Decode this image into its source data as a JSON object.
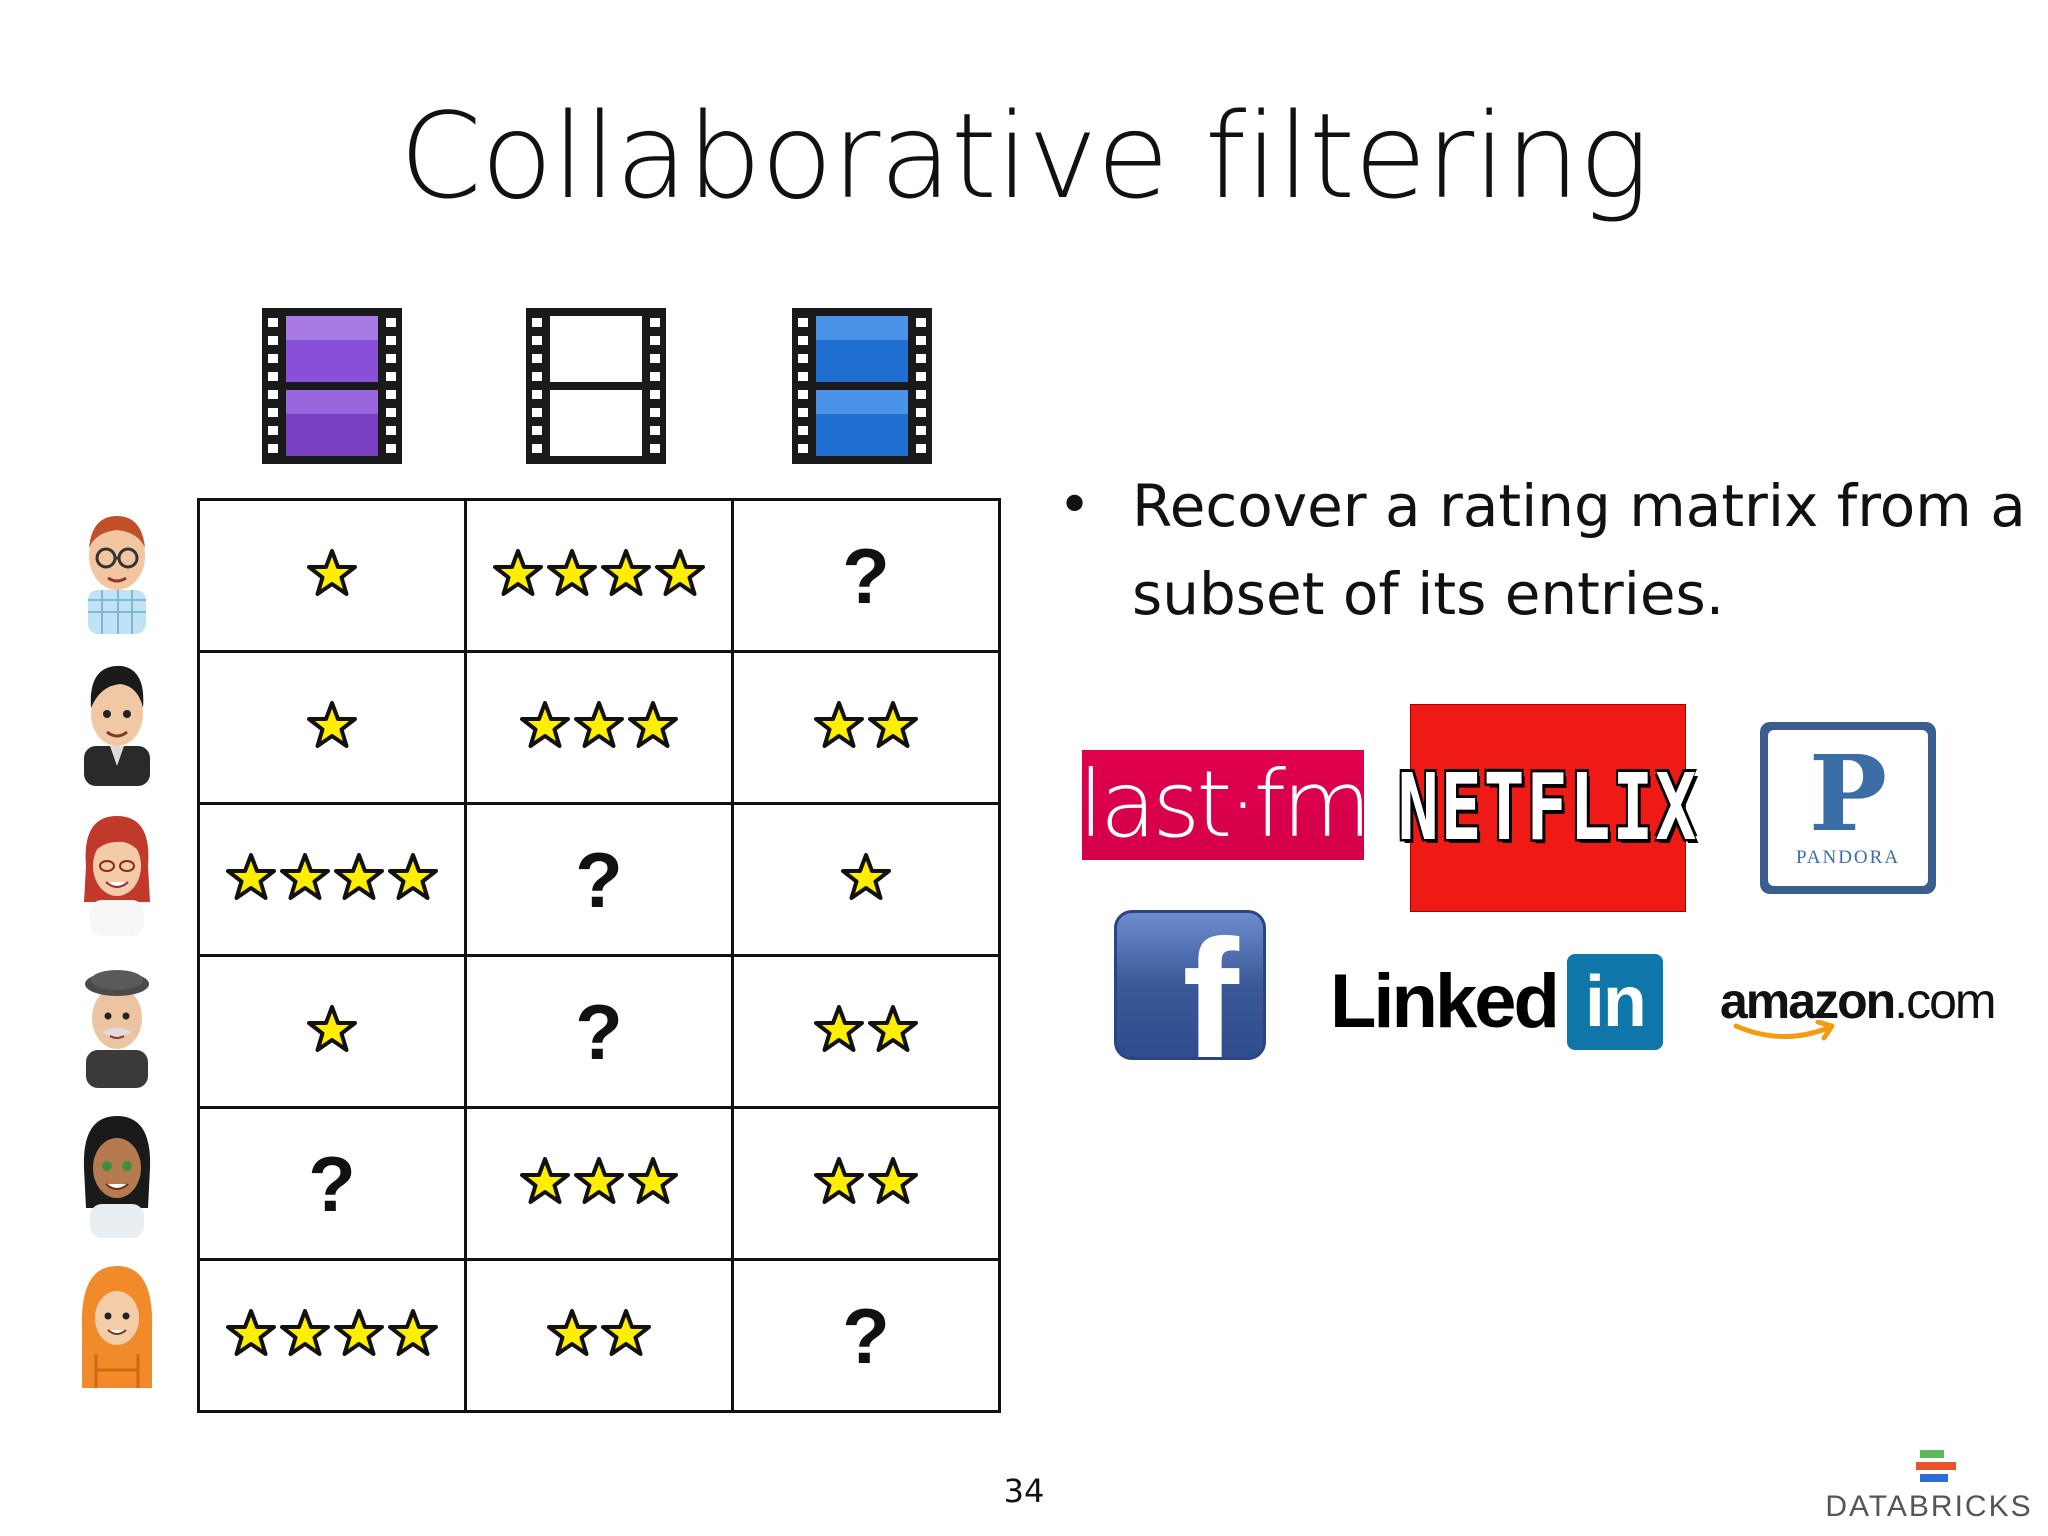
{
  "slide": {
    "title": "Collaborative filtering",
    "page_number": "34"
  },
  "movies": [
    {
      "icon": "film-strip-purple-icon",
      "color": "#7b3fc4"
    },
    {
      "icon": "film-strip-white-icon",
      "color": "#ffffff"
    },
    {
      "icon": "film-strip-blue-icon",
      "color": "#1f6fd0"
    }
  ],
  "users": [
    {
      "icon": "avatar-man-glasses-icon"
    },
    {
      "icon": "avatar-man-dark-hair-icon"
    },
    {
      "icon": "avatar-woman-red-hair-icon"
    },
    {
      "icon": "avatar-man-beret-icon"
    },
    {
      "icon": "avatar-woman-dark-hair-icon"
    },
    {
      "icon": "avatar-person-orange-hood-icon"
    }
  ],
  "ratings": [
    [
      1,
      4,
      "?"
    ],
    [
      1,
      3,
      2
    ],
    [
      4,
      "?",
      1
    ],
    [
      1,
      "?",
      2
    ],
    [
      "?",
      3,
      2
    ],
    [
      4,
      2,
      "?"
    ]
  ],
  "bullet": {
    "marker": "•",
    "text": "Recover a rating matrix from a subset of its entries."
  },
  "logos": {
    "lastfm": "last·fm",
    "netflix": "NETFLIX",
    "pandora_letter": "P",
    "pandora_name": "PANDORA",
    "facebook": "f",
    "linkedin_word": "Linked",
    "linkedin_box": "in",
    "amazon_bold": "amazon",
    "amazon_tail": ".com"
  },
  "footer": {
    "brand": "DATABRICKS"
  },
  "colors": {
    "star_fill": "#ffee00",
    "star_stroke": "#111111",
    "lastfm": "#d40049",
    "netflix": "#ef1a16",
    "linkedin": "#0e76a8",
    "facebook": "#3b5998",
    "pandora": "#3b6ea6"
  }
}
